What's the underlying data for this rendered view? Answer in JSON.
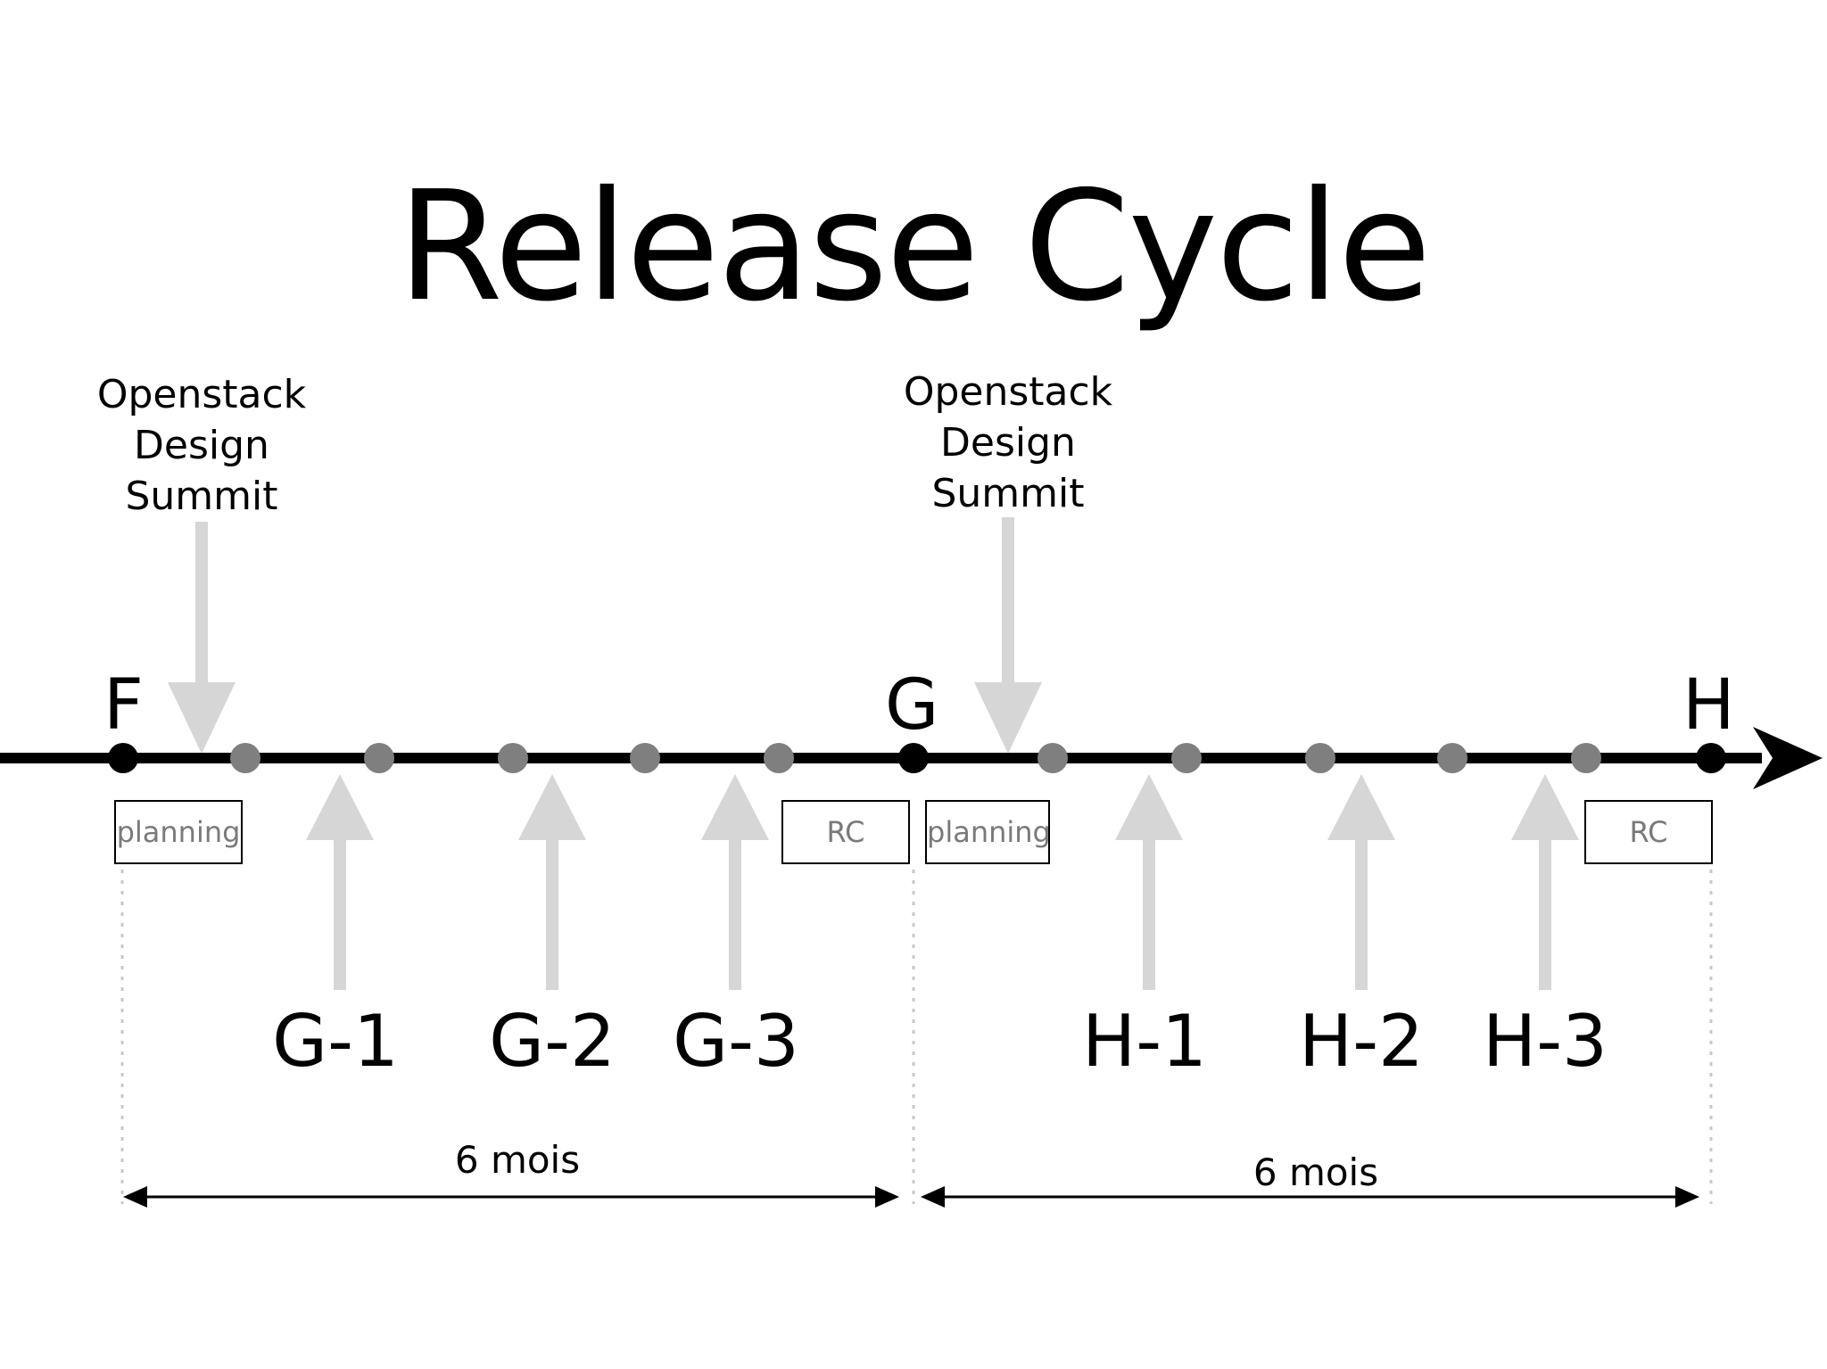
{
  "title": "Release Cycle",
  "summit_label": [
    "Openstack",
    "Design",
    "Summit"
  ],
  "releases": [
    "F",
    "G",
    "H"
  ],
  "milestones": [
    "G-1",
    "G-2",
    "G-3",
    "H-1",
    "H-2",
    "H-3"
  ],
  "phase_boxes": [
    "planning",
    "RC",
    "planning",
    "RC"
  ],
  "durations": [
    "6 mois",
    "6 mois"
  ],
  "colors": {
    "line": "#000000",
    "dot": "#7f7f7f",
    "arrow": "#d6d6d6",
    "box_text": "#7a7a7a"
  }
}
